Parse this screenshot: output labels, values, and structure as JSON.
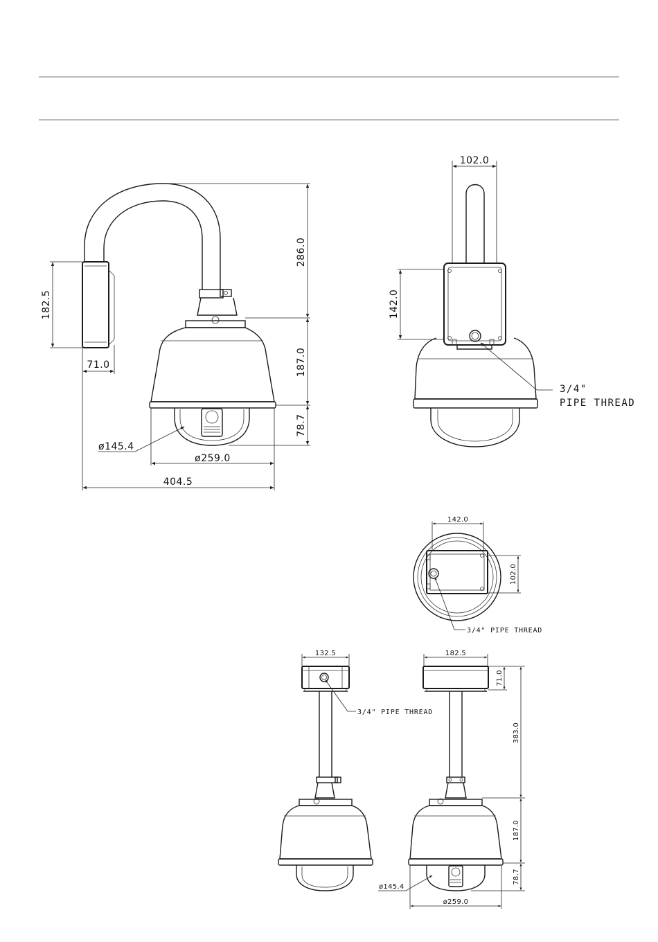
{
  "views": {
    "wall_mount": {
      "dims": {
        "arm_height": "286.0",
        "box_height": "182.5",
        "box_depth": "71.0",
        "housing_height": "187.0",
        "dome_height": "78.7",
        "dome_diameter": "ø145.4",
        "housing_diameter": "ø259.0",
        "overall_width": "404.5"
      }
    },
    "wall_mount_back": {
      "dims": {
        "plate_width": "102.0",
        "plate_height": "142.0"
      },
      "notes": {
        "thread_line1": "3/4\"",
        "thread_line2": "PIPE THREAD"
      }
    },
    "top_view": {
      "dims": {
        "plate_width": "142.0",
        "plate_height": "102.0"
      },
      "notes": {
        "thread": "3/4\" PIPE THREAD"
      }
    },
    "pendant_side": {
      "dims": {
        "box_width": "132.5"
      },
      "notes": {
        "thread": "3/4\" PIPE THREAD"
      }
    },
    "pendant_front": {
      "dims": {
        "box_width": "182.5",
        "box_height": "71.0",
        "pole_length": "383.0",
        "housing_height": "187.0",
        "dome_height": "78.7",
        "dome_diameter": "ø145.4",
        "housing_diameter": "ø259.0"
      }
    }
  }
}
